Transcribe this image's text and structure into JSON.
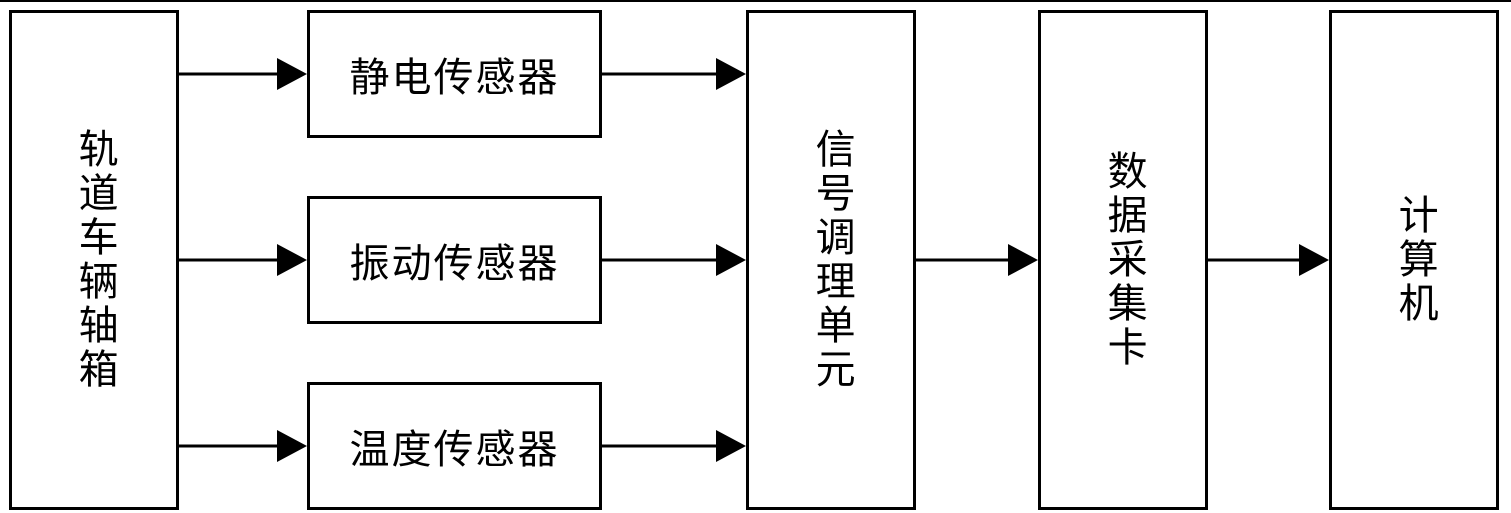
{
  "diagram": {
    "nodes": {
      "axlebox": "轨道车辆轴箱",
      "static_sensor": "静电传感器",
      "vibration_sensor": "振动传感器",
      "temperature_sensor": "温度传感器",
      "conditioning_unit": "信号调理单元",
      "daq_card": "数据采集卡",
      "computer": "计算机"
    },
    "edges": [
      {
        "from": "axlebox",
        "to": "static_sensor"
      },
      {
        "from": "axlebox",
        "to": "vibration_sensor"
      },
      {
        "from": "axlebox",
        "to": "temperature_sensor"
      },
      {
        "from": "static_sensor",
        "to": "conditioning_unit"
      },
      {
        "from": "vibration_sensor",
        "to": "conditioning_unit"
      },
      {
        "from": "temperature_sensor",
        "to": "conditioning_unit"
      },
      {
        "from": "conditioning_unit",
        "to": "daq_card"
      },
      {
        "from": "daq_card",
        "to": "computer"
      }
    ]
  }
}
